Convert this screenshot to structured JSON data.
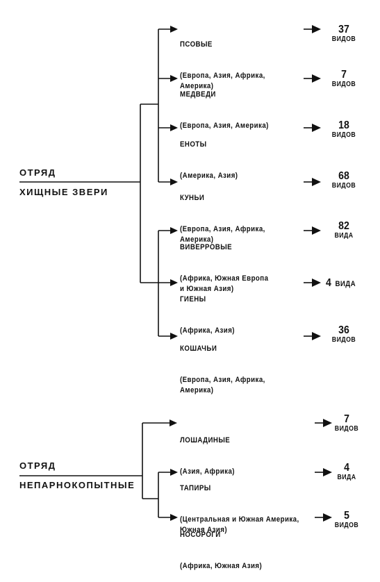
{
  "diagram": {
    "groups": [
      {
        "order_label": "ОТРЯД",
        "order_name": "ХИЩНЫЕ ЗВЕРИ",
        "families": [
          {
            "name": "ПСОВЫЕ",
            "region": "(Европа, Азия, Африка,\nАмерика)",
            "count": "37",
            "unit": "ВИДОВ"
          },
          {
            "name": "МЕДВЕДИ",
            "region": "(Европа, Азия, Америка)",
            "count": "7",
            "unit": "ВИДОВ"
          },
          {
            "name": "ЕНОТЫ",
            "region": "(Америка, Азия)",
            "count": "18",
            "unit": "ВИДОВ"
          },
          {
            "name": "КУНЬИ",
            "region": "(Европа, Азия, Африка,\nАмерика)",
            "count": "68",
            "unit": "ВИДОВ"
          },
          {
            "name": "ВИВЕРРОВЫЕ",
            "region": "(Африка, Южная Европа\nи Южная Азия)",
            "count": "82",
            "unit": "ВИДА"
          },
          {
            "name": "ГИЕНЫ",
            "region": "(Африка, Азия)",
            "count": "4",
            "unit": "ВИДА"
          },
          {
            "name": "КОШАЧЬИ",
            "region": "(Европа, Азия, Африка,\nАмерика)",
            "count": "36",
            "unit": "ВИДОВ"
          }
        ]
      },
      {
        "order_label": "ОТРЯД",
        "order_name": "НЕПАРНОКОПЫТНЫЕ",
        "families": [
          {
            "name": "ЛОШАДИНЫЕ",
            "region": "(Азия, Африка)",
            "count": "7",
            "unit": "ВИДОВ"
          },
          {
            "name": "ТАПИРЫ",
            "region": "(Центральная и Южная Америка,\nЮжная Азия)",
            "count": "4",
            "unit": "ВИДА"
          },
          {
            "name": "НОСОРОГИ",
            "region": "(Африка, Южная Азия)",
            "count": "5",
            "unit": "ВИДОВ"
          }
        ]
      }
    ]
  }
}
